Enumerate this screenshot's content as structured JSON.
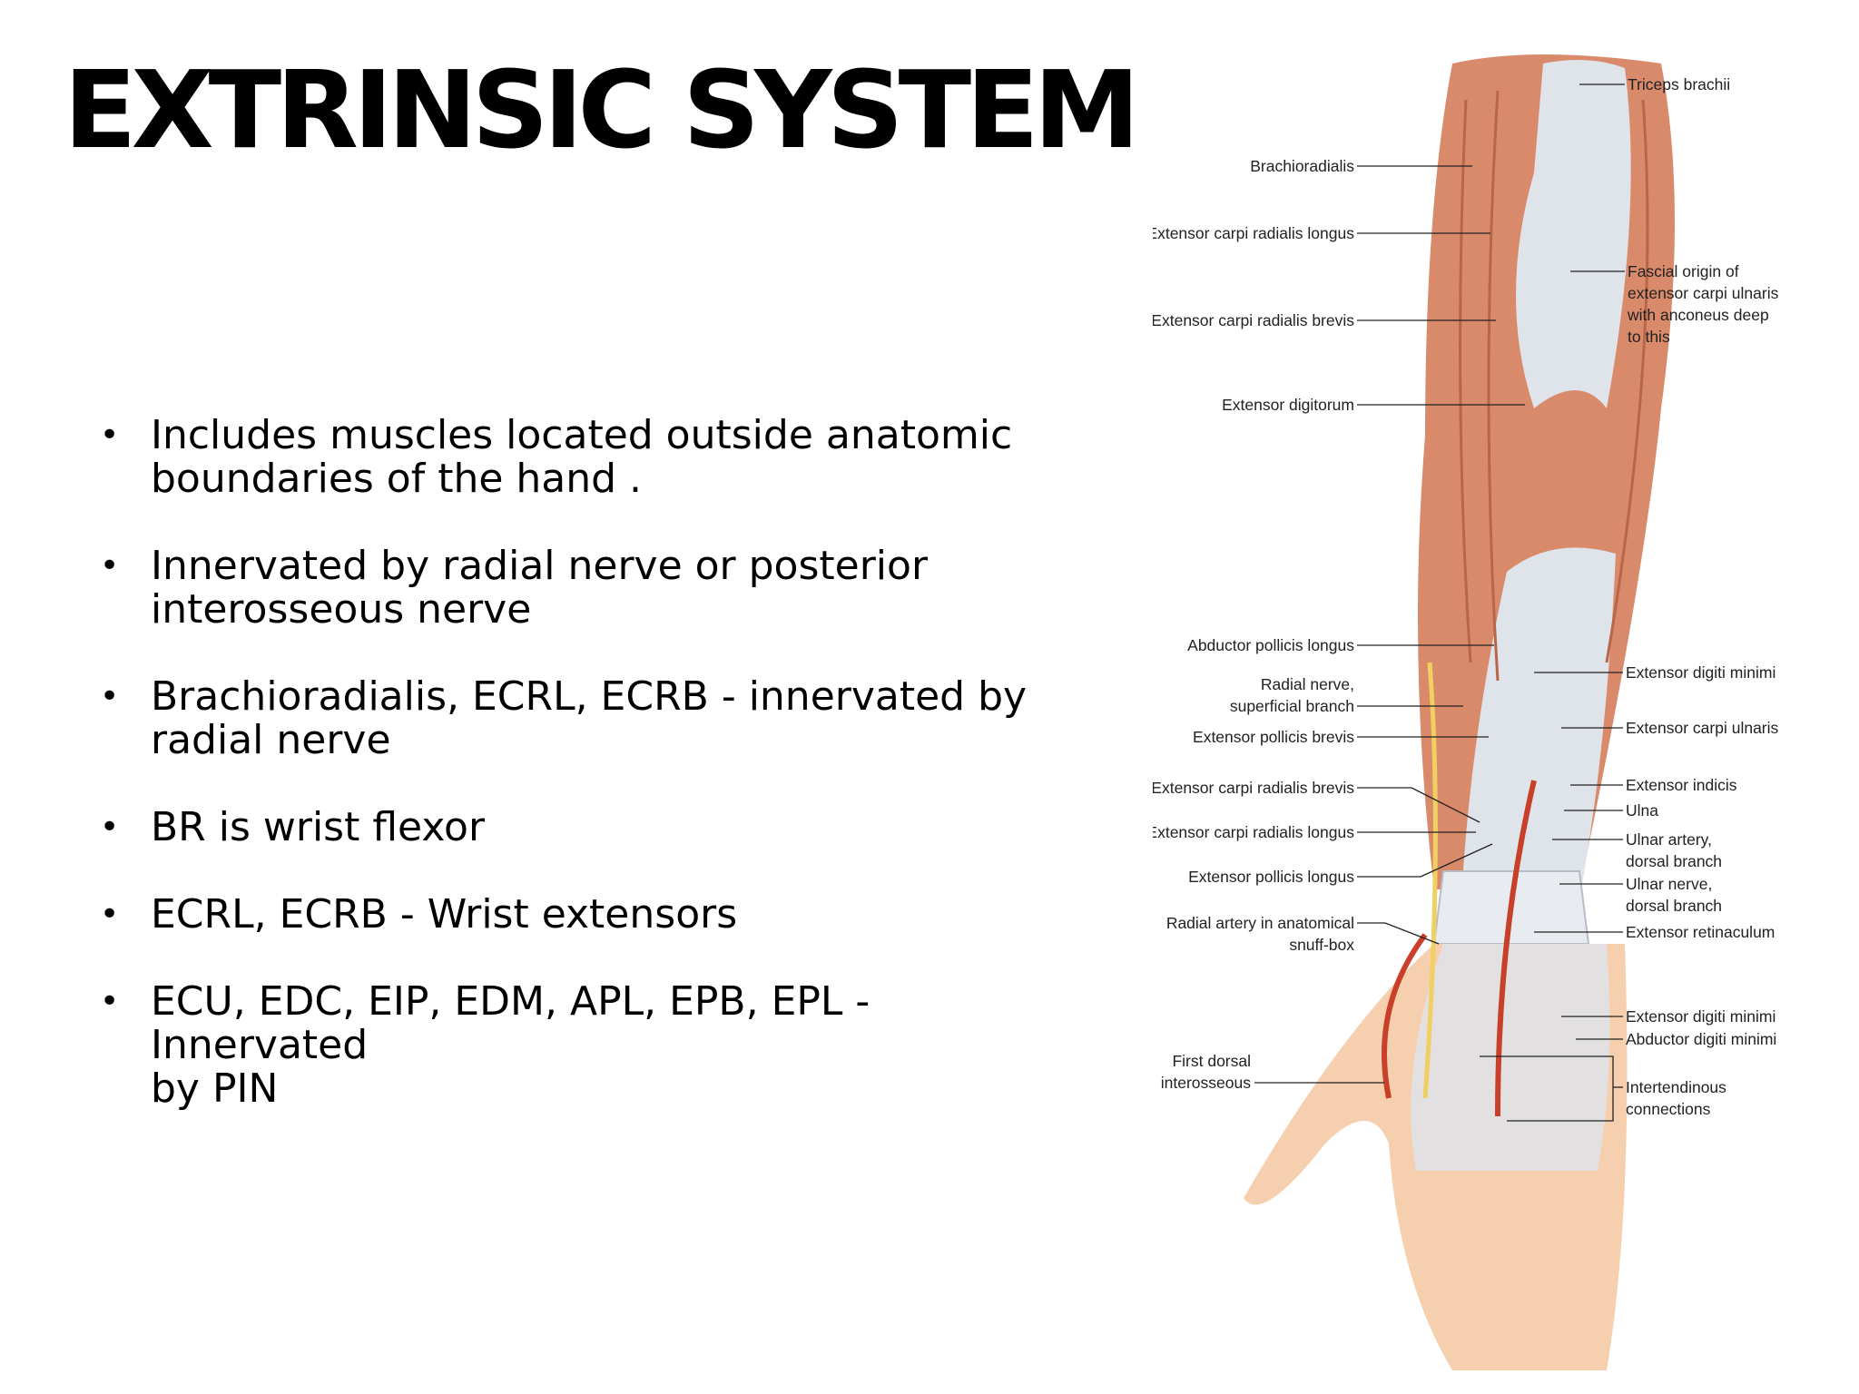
{
  "slide": {
    "title": "EXTRINSIC SYSTEM",
    "bullets": [
      {
        "line1": "Includes muscles located outside anatomic",
        "line2": "boundaries of the hand ."
      },
      {
        "line1": "Innervated by radial nerve or posterior",
        "line2": "interosseous nerve"
      },
      {
        "line1": "Brachioradialis, ECRL, ECRB - innervated by",
        "line2": "radial nerve"
      },
      {
        "line1": "BR is wrist flexor",
        "line2": ""
      },
      {
        "line1": "ECRL, ECRB - Wrist extensors",
        "line2": ""
      },
      {
        "line1": "ECU, EDC, EIP, EDM, APL, EPB, EPL - Innervated",
        "line2": "by PIN"
      }
    ],
    "bullet_glyph": "•"
  },
  "figure": {
    "left_labels": {
      "brachioradialis": "Brachioradialis",
      "ecrl_upper": "Extensor carpi radialis longus",
      "ecrb_upper": "Extensor carpi radialis brevis",
      "ext_digitorum": "Extensor digitorum",
      "apl": "Abductor pollicis longus",
      "radial_nerve_1": "Radial nerve,",
      "radial_nerve_2": "superficial branch",
      "epb": "Extensor pollicis brevis",
      "ecrb_lower": "Extensor carpi radialis brevis",
      "ecrl_lower": "Extensor carpi radialis longus",
      "epl": "Extensor pollicis longus",
      "radial_artery_1": "Radial artery in anatomical",
      "radial_artery_2": "snuff-box",
      "first_dorsal_1": "First dorsal",
      "first_dorsal_2": "interosseous"
    },
    "right_labels": {
      "triceps": "Triceps brachii",
      "fascial_1": "Fascial origin of",
      "fascial_2": "extensor carpi ulnaris",
      "fascial_3": "with anconeus deep",
      "fascial_4": "to this",
      "edm_upper": "Extensor digiti minimi",
      "ecu": "Extensor carpi ulnaris",
      "ext_indicis": "Extensor indicis",
      "ulna": "Ulna",
      "ulnar_artery_1": "Ulnar artery,",
      "ulnar_artery_2": "dorsal branch",
      "ulnar_nerve_1": "Ulnar nerve,",
      "ulnar_nerve_2": "dorsal branch",
      "ext_retinaculum": "Extensor retinaculum",
      "edm_lower": "Extensor digiti minimi",
      "abd_digiti": "Abductor digiti minimi",
      "intertendinous_1": "Intertendinous",
      "intertendinous_2": "connections"
    },
    "colors": {
      "muscle": "#d98a6a",
      "muscle_dark": "#b8654a",
      "tendon": "#dfe3ea",
      "skin": "#f6cfae",
      "nerve": "#f0d060",
      "artery": "#c8402a"
    }
  }
}
